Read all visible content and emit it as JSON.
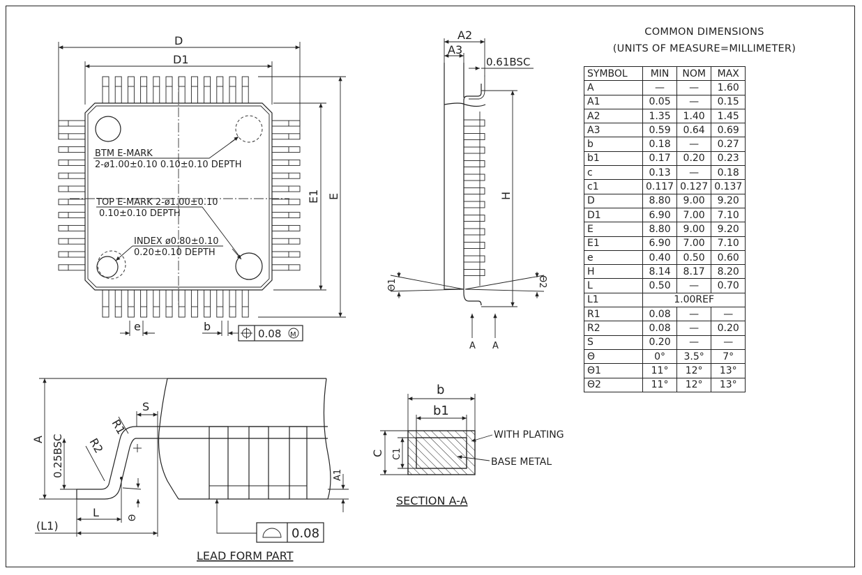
{
  "top_view": {
    "dim_D": "D",
    "dim_D1": "D1",
    "dim_E1": "E1",
    "dim_E": "E",
    "dim_e": "e",
    "dim_b": "b",
    "tolerance_value": "0.08",
    "tolerance_modifier": "M",
    "btm_mark_line1": "BTM E-MARK",
    "btm_mark_line2": "2-ø1.00±0.10  0.10±0.10 DEPTH",
    "top_mark_line1": "TOP E-MARK 2-ø1.00±0.10",
    "top_mark_line2": "0.10±0.10 DEPTH",
    "index_line1": "INDEX ø0.80±0.10",
    "index_line2": "0.20±0.10 DEPTH"
  },
  "side_view": {
    "dim_A2": "A2",
    "dim_A3": "A3",
    "dim_061": "0.61BSC",
    "dim_H": "H",
    "theta1": "Θ1",
    "theta2": "Θ2",
    "section_mark_left": "A",
    "section_mark_right": "A"
  },
  "lead_form": {
    "dim_A": "A",
    "dim_025": "0.25BSC",
    "dim_R1": "R1",
    "dim_R2": "R2",
    "dim_S": "S",
    "dim_L": "L",
    "dim_L1": "(L1)",
    "dim_theta": "Θ",
    "dim_A1": "A1",
    "coplanarity_value": "0.08",
    "caption": "LEAD FORM PART"
  },
  "section": {
    "dim_b": "b",
    "dim_b1": "b1",
    "dim_c": "C",
    "dim_c1": "C1",
    "with_plating": "WITH PLATING",
    "base_metal": "BASE METAL",
    "caption": "SECTION A-A"
  },
  "common_dimensions": {
    "title_line1": "COMMON DIMENSIONS",
    "title_line2": "(UNITS OF MEASURE=MILLIMETER)",
    "headers": [
      "SYMBOL",
      "MIN",
      "NOM",
      "MAX"
    ],
    "rows": [
      {
        "symbol": "A",
        "min": "—",
        "nom": "—",
        "max": "1.60"
      },
      {
        "symbol": "A1",
        "min": "0.05",
        "nom": "—",
        "max": "0.15"
      },
      {
        "symbol": "A2",
        "min": "1.35",
        "nom": "1.40",
        "max": "1.45"
      },
      {
        "symbol": "A3",
        "min": "0.59",
        "nom": "0.64",
        "max": "0.69"
      },
      {
        "symbol": "b",
        "min": "0.18",
        "nom": "—",
        "max": "0.27"
      },
      {
        "symbol": "b1",
        "min": "0.17",
        "nom": "0.20",
        "max": "0.23"
      },
      {
        "symbol": "c",
        "min": "0.13",
        "nom": "—",
        "max": "0.18"
      },
      {
        "symbol": "c1",
        "min": "0.117",
        "nom": "0.127",
        "max": "0.137"
      },
      {
        "symbol": "D",
        "min": "8.80",
        "nom": "9.00",
        "max": "9.20"
      },
      {
        "symbol": "D1",
        "min": "6.90",
        "nom": "7.00",
        "max": "7.10"
      },
      {
        "symbol": "E",
        "min": "8.80",
        "nom": "9.00",
        "max": "9.20"
      },
      {
        "symbol": "E1",
        "min": "6.90",
        "nom": "7.00",
        "max": "7.10"
      },
      {
        "symbol": "e",
        "min": "0.40",
        "nom": "0.50",
        "max": "0.60"
      },
      {
        "symbol": "H",
        "min": "8.14",
        "nom": "8.17",
        "max": "8.20"
      },
      {
        "symbol": "L",
        "min": "0.50",
        "nom": "—",
        "max": "0.70"
      },
      {
        "symbol": "L1",
        "merged": "1.00REF"
      },
      {
        "symbol": "R1",
        "min": "0.08",
        "nom": "—",
        "max": "—"
      },
      {
        "symbol": "R2",
        "min": "0.08",
        "nom": "—",
        "max": "0.20"
      },
      {
        "symbol": "S",
        "min": "0.20",
        "nom": "—",
        "max": "—"
      },
      {
        "symbol": "Θ",
        "min": "0°",
        "nom": "3.5°",
        "max": "7°"
      },
      {
        "symbol": "Θ1",
        "min": "11°",
        "nom": "12°",
        "max": "13°"
      },
      {
        "symbol": "Θ2",
        "min": "11°",
        "nom": "12°",
        "max": "13°"
      }
    ]
  }
}
